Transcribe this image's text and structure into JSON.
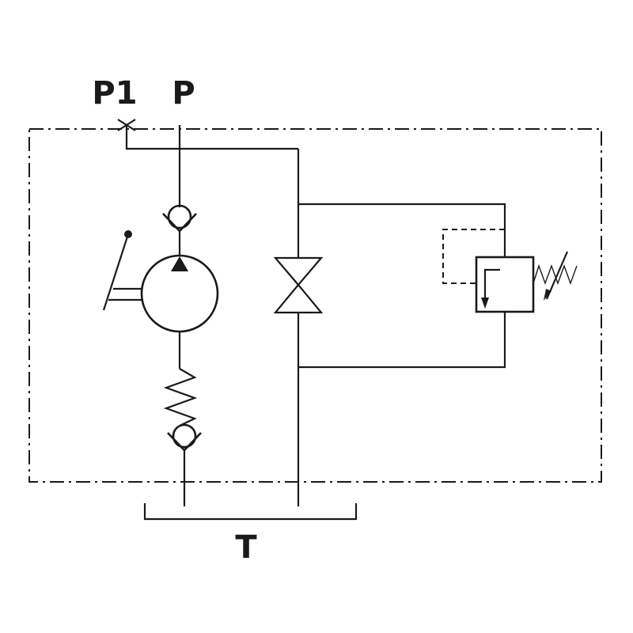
{
  "ports": {
    "p1": "P1",
    "p": "P",
    "t": "T"
  },
  "colors": {
    "line": "#1a1a1a",
    "background": "#ffffff"
  },
  "components": [
    "hand-pump",
    "pump-lever",
    "inlet-check-valve",
    "outlet-check-valve",
    "biased-check-spring",
    "shutoff-valve",
    "pressure-relief-valve",
    "adjustment-spring",
    "gauge-port-plug",
    "tank-reservoir",
    "assembly-boundary"
  ]
}
